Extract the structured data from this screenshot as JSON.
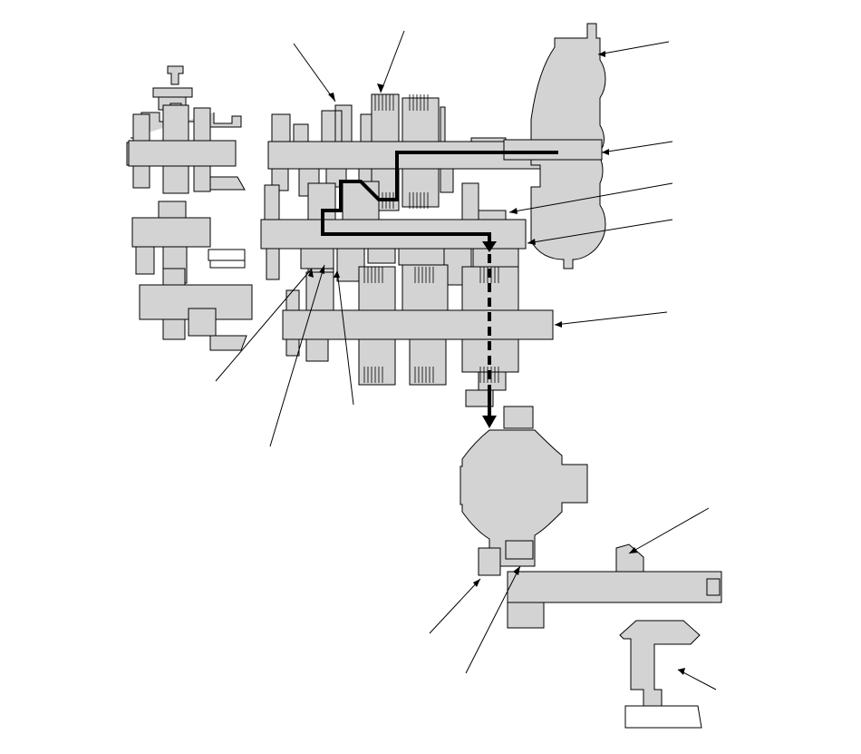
{
  "diagram": {
    "kind": "transmission power-flow cross-section",
    "labels": [],
    "callouts": [
      {
        "id": "callout-1",
        "text": ""
      },
      {
        "id": "callout-2",
        "text": ""
      },
      {
        "id": "callout-3",
        "text": ""
      },
      {
        "id": "callout-4",
        "text": ""
      },
      {
        "id": "callout-5",
        "text": ""
      },
      {
        "id": "callout-6",
        "text": ""
      },
      {
        "id": "callout-7",
        "text": ""
      },
      {
        "id": "callout-8",
        "text": ""
      },
      {
        "id": "callout-9",
        "text": ""
      },
      {
        "id": "callout-10",
        "text": ""
      },
      {
        "id": "callout-11",
        "text": ""
      },
      {
        "id": "callout-12",
        "text": ""
      },
      {
        "id": "callout-13",
        "text": ""
      },
      {
        "id": "callout-14",
        "text": ""
      }
    ],
    "colors": {
      "part_fill": "#d3d3d3",
      "outline": "#000000",
      "background": "#ffffff"
    }
  }
}
